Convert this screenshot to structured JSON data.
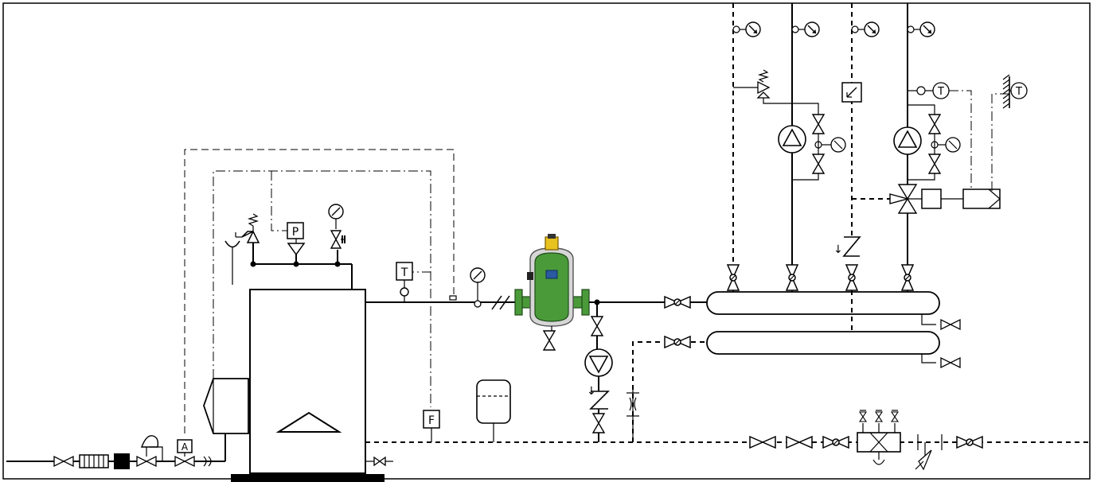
{
  "labels": {
    "pressure_switch": "P",
    "boiler_thermostat": "T",
    "flow_switch": "F",
    "gas_valve": "A",
    "thermostat_1": "T",
    "thermostat_2": "T"
  },
  "colors": {
    "line": "#000000",
    "separator_body": "#4a9a3a",
    "separator_cap": "#e8c21e",
    "separator_badge": "#2a5aa0"
  },
  "icons": [
    "ball-valve-icon",
    "gate-valve-icon",
    "check-valve-icon",
    "pump-icon",
    "thermometer-icon",
    "pressure-gauge-icon",
    "safety-valve-icon",
    "three-way-valve-icon",
    "expansion-vessel-icon",
    "dirt-separator-icon",
    "boiler-icon",
    "burner-icon",
    "flexible-hose-icon",
    "header-manifold-icon"
  ]
}
